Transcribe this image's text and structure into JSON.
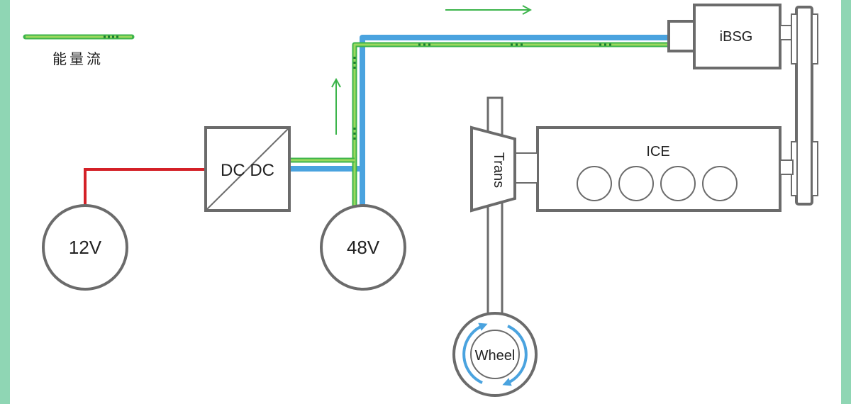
{
  "legend": {
    "label": "能量流"
  },
  "components": {
    "battery_12v": "12V",
    "battery_48v": "48V",
    "dcdc": "DC DC",
    "ibsg": "iBSG",
    "ice": "ICE",
    "trans": "Trans",
    "wheel": "Wheel"
  },
  "colors": {
    "energy_flow": "#3cb44b",
    "energy_flow_light": "#9bd85e",
    "low_voltage_line": "#d42027",
    "high_voltage_line": "#4aa3df",
    "outline": "#6b6b6b",
    "frame": "#8fd6b4"
  }
}
